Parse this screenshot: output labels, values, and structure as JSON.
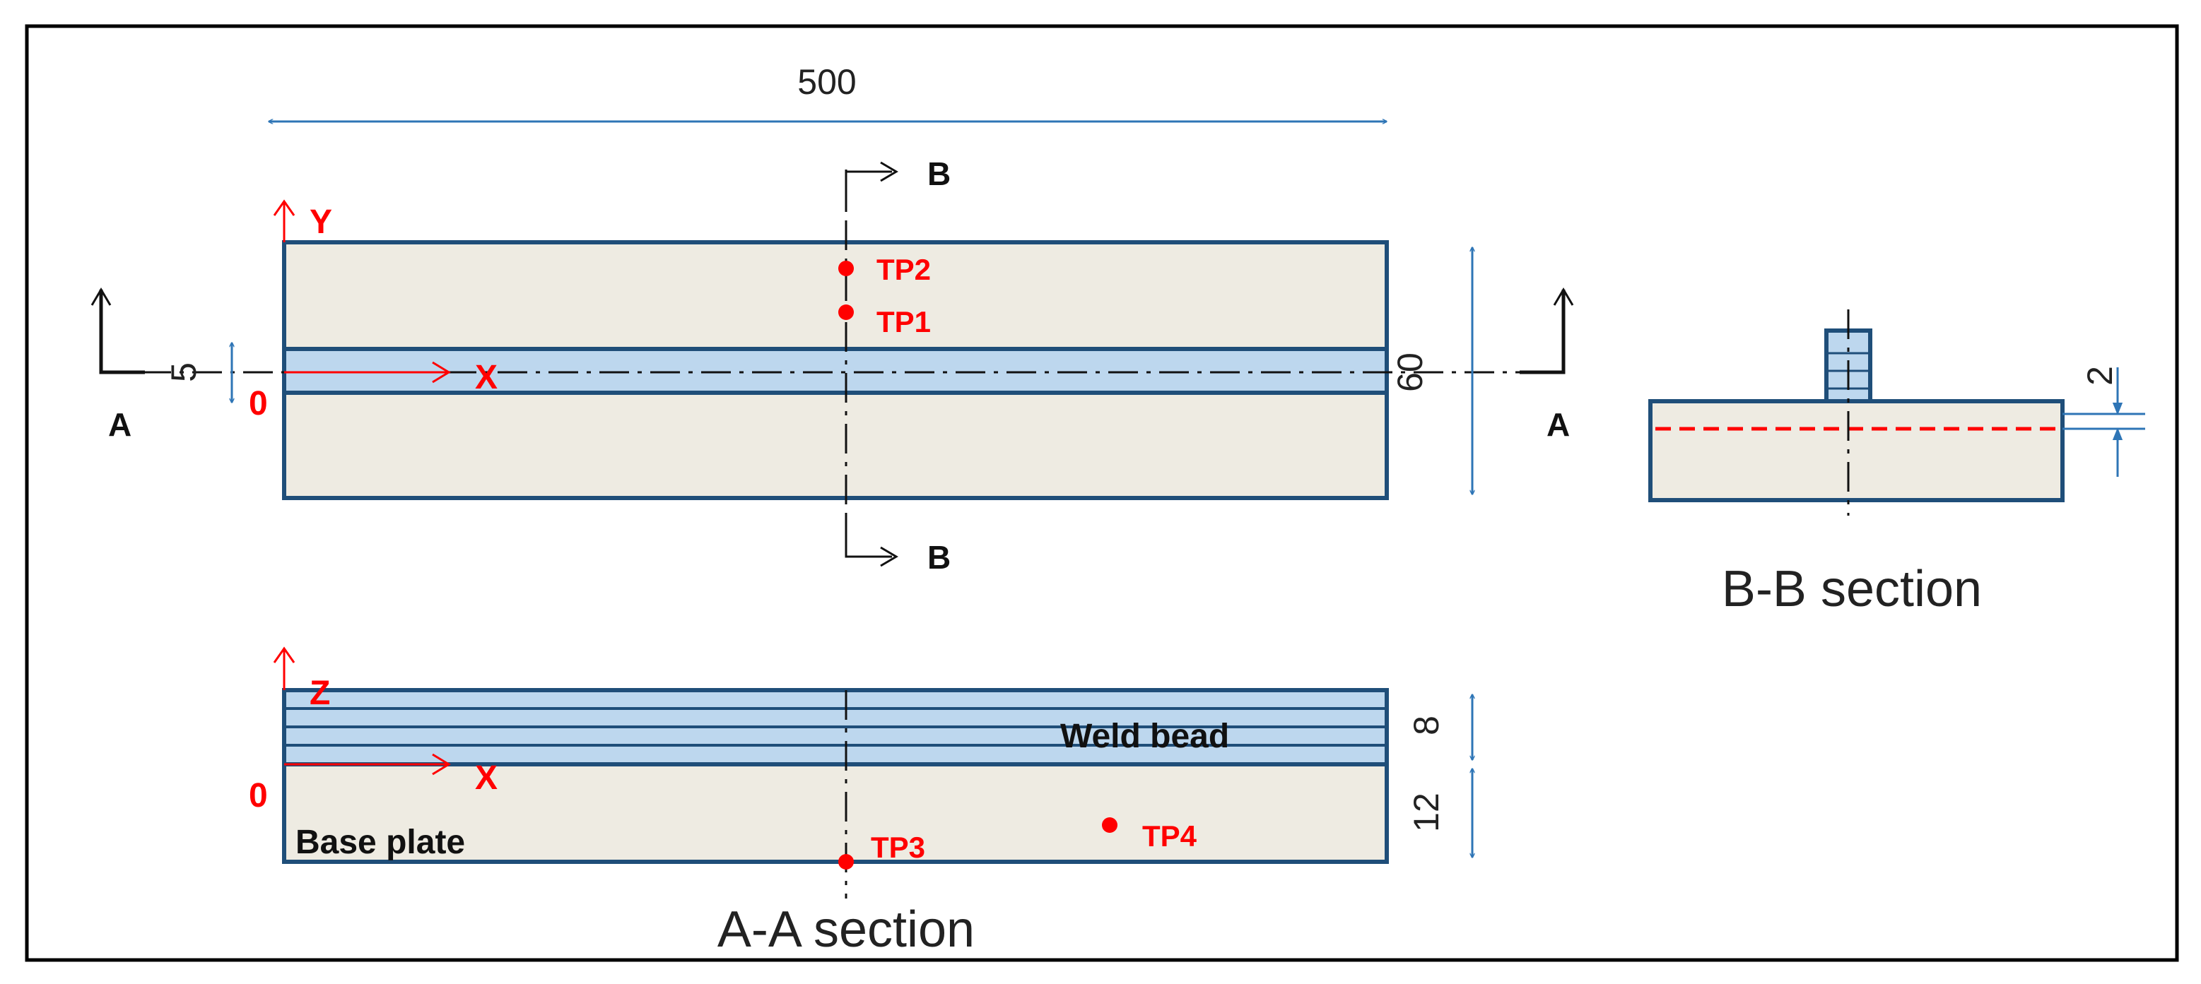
{
  "colors": {
    "plate_fill": "#eeebe2",
    "plate_stroke": "#1f4e79",
    "weld_fill": "#bdd7ee",
    "dimension_blue": "#2e75b6",
    "marker_red": "#ff0000",
    "frame": "#000000"
  },
  "dimensions": {
    "length": "500",
    "width": "60",
    "weld_width": "5",
    "bead_height": "8",
    "plate_thickness": "12",
    "depth_2": "2"
  },
  "axes": {
    "y": "Y",
    "x_top": "X",
    "origin_top": "0",
    "z": "Z",
    "x_bottom": "X",
    "origin_bottom": "0"
  },
  "cut_marks": {
    "a_left": "A",
    "a_right": "A",
    "b_top": "B",
    "b_bottom": "B"
  },
  "test_points": {
    "tp1": "TP1",
    "tp2": "TP2",
    "tp3": "TP3",
    "tp4": "TP4"
  },
  "labels": {
    "weld_bead": "Weld bead",
    "base_plate": "Base plate",
    "aa_section": "A-A section",
    "bb_section": "B-B section"
  }
}
